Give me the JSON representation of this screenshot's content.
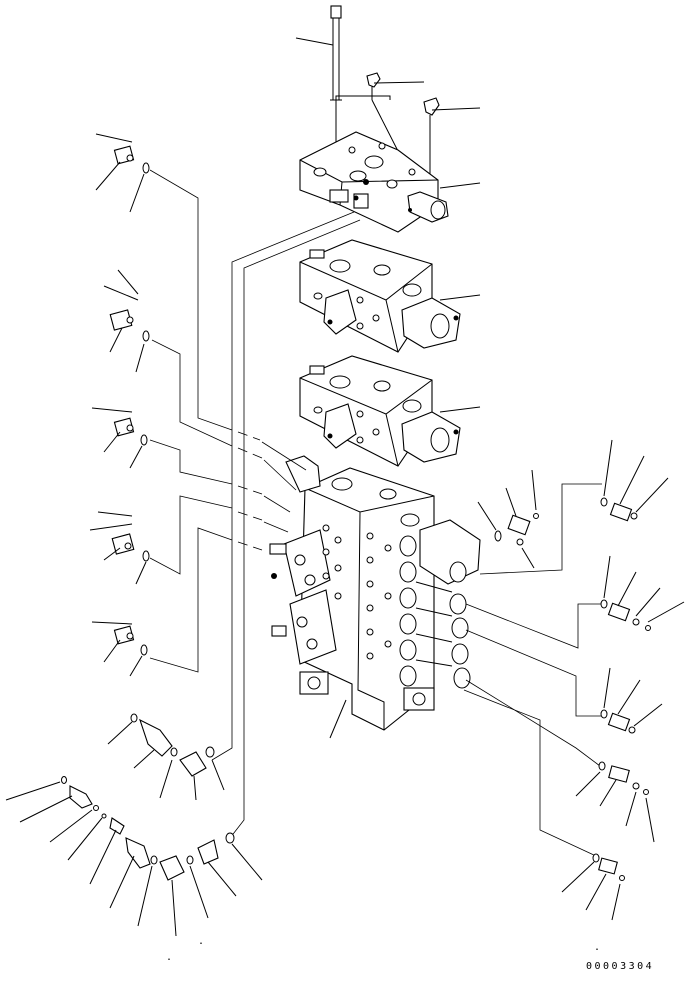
{
  "drawing": {
    "part_number": "00003304",
    "components": [
      "top-valve-section",
      "valve-section-2",
      "valve-section-3",
      "main-control-valve",
      "left-fittings-1",
      "left-fittings-2",
      "left-fittings-3",
      "left-fittings-4",
      "left-fittings-5",
      "right-fittings-1",
      "right-fittings-2",
      "right-fittings-3",
      "right-fittings-4",
      "right-fittings-5",
      "bottom-fittings",
      "relief-valve-assembly"
    ]
  }
}
